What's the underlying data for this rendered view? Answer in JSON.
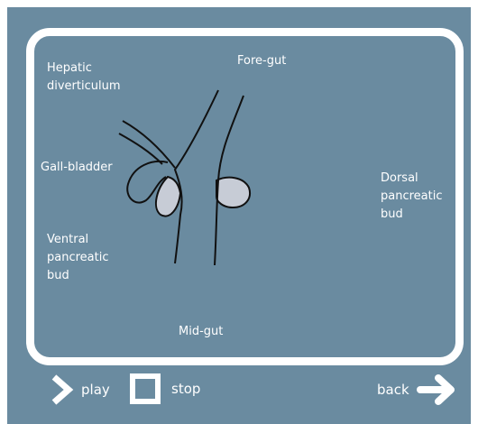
{
  "diagram": {
    "labels": {
      "hepatic_diverticulum": "Hepatic\ndiverticulum",
      "fore_gut": "Fore-gut",
      "gall_bladder": "Gall-bladder",
      "dorsal_pancreatic_bud": "Dorsal\npancreatic\nbud",
      "ventral_pancreatic_bud": "Ventral\npancreatic\nbud",
      "mid_gut": "Mid-gut"
    },
    "colors": {
      "background": "#6a8ba0",
      "frame": "#ffffff",
      "bud_fill": "#c7ccd6",
      "outline": "#111111"
    }
  },
  "controls": {
    "play_label": "play",
    "stop_label": "stop",
    "back_label": "back"
  }
}
